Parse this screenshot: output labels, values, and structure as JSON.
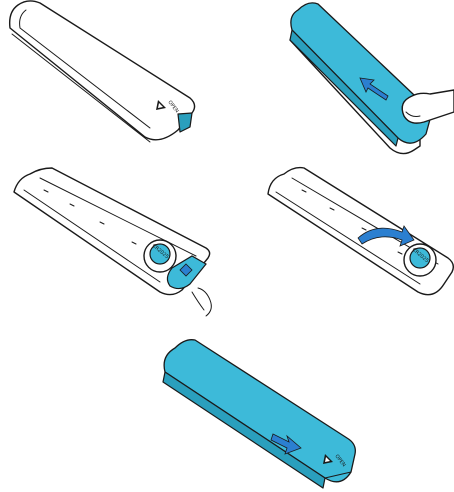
{
  "colors": {
    "accent": "#3dbad9",
    "accent_dark": "#2a9fbd",
    "arrow": "#2b7fd0",
    "outline": "#1a1a1a"
  },
  "steps": [
    {
      "icon": "remote-closed"
    },
    {
      "icon": "cover-slide-open"
    },
    {
      "icon": "battery-remove"
    },
    {
      "icon": "battery-insert"
    },
    {
      "icon": "cover-slide-closed"
    }
  ],
  "labels": {
    "open_tab": "OPEN",
    "battery_front": "CR2025",
    "battery_small": "CR2025"
  }
}
